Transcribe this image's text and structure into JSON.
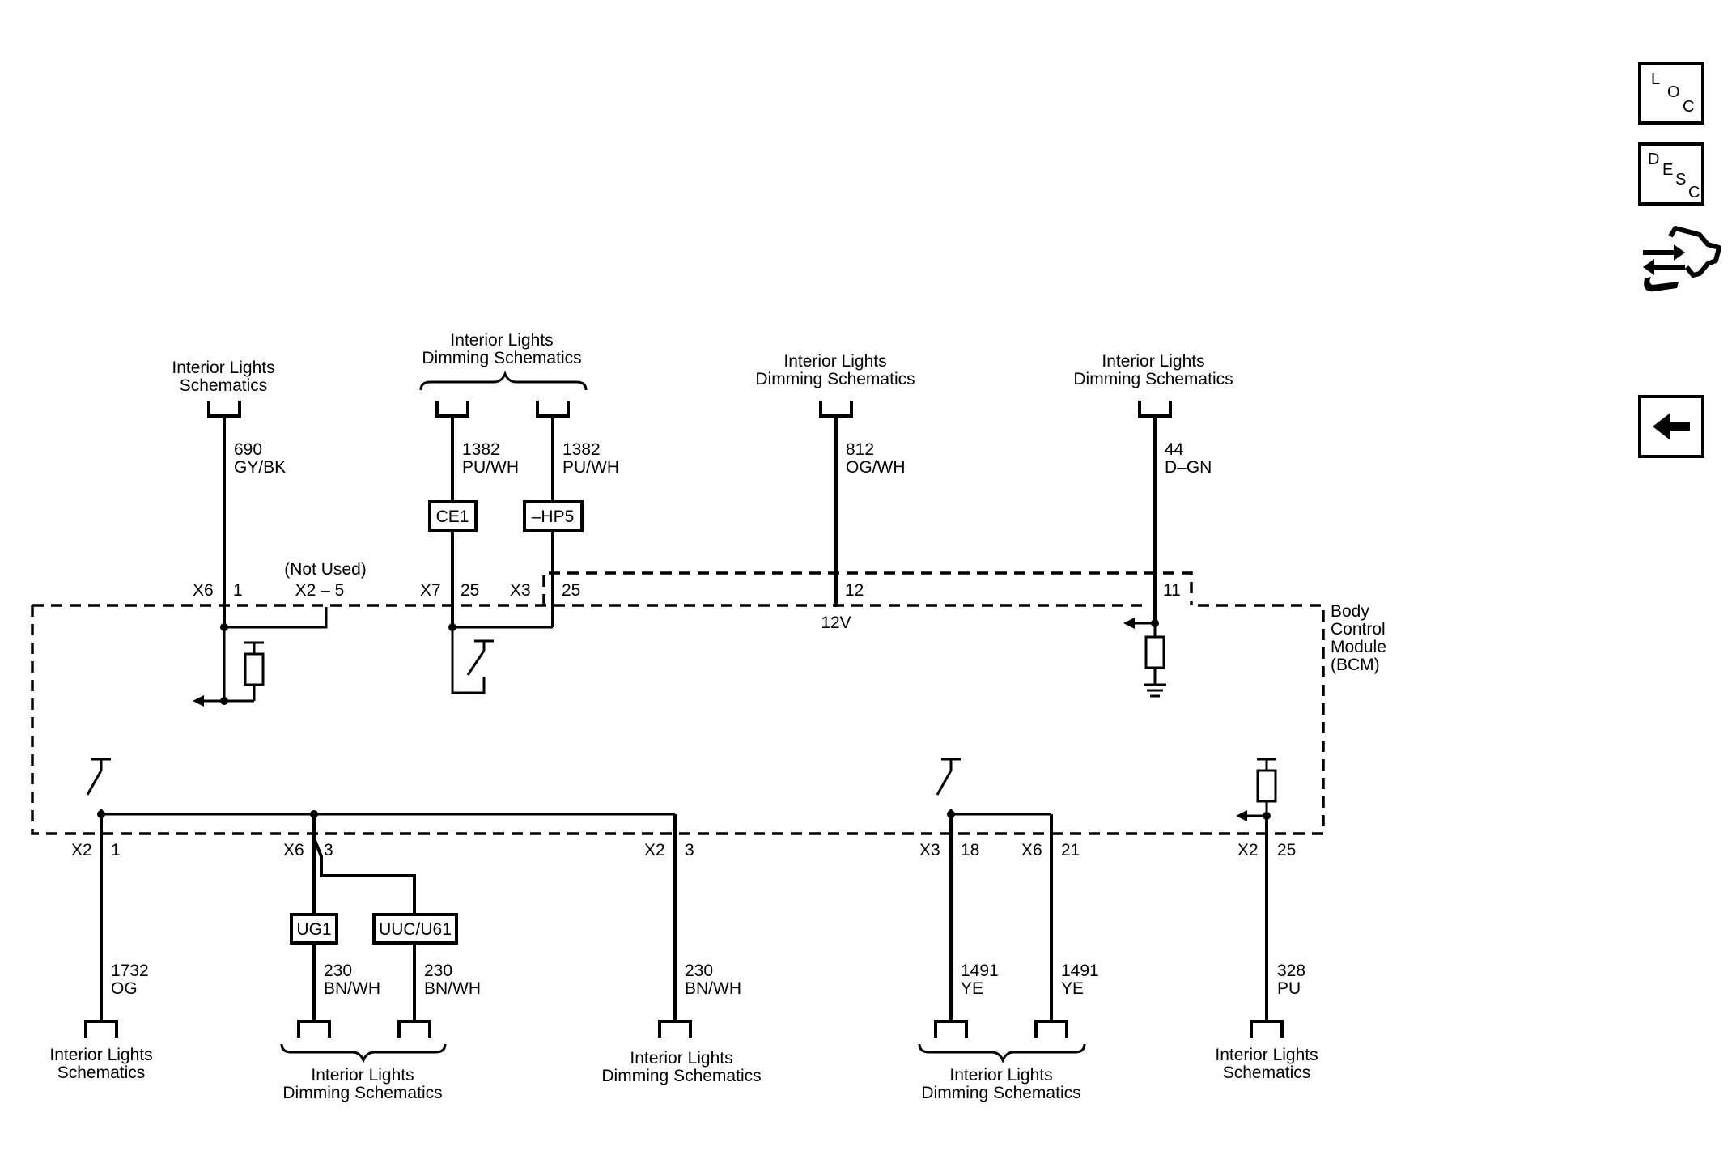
{
  "connectors_top": [
    {
      "dest_lines": [
        "Interior Lights",
        "Schematics"
      ],
      "circuit": "690",
      "color": "GY/BK",
      "conn": "X6",
      "pin": "1"
    },
    {
      "dest_lines": [
        "Interior Lights",
        "Dimming Schematics"
      ],
      "circuit": "1382",
      "color": "PU/WH",
      "conn": "X7",
      "pin": "25",
      "option": "CE1"
    },
    {
      "circuit": "1382",
      "color": "PU/WH",
      "conn": "X3",
      "pin": "25",
      "option": "–HP5"
    },
    {
      "dest_lines": [
        "Interior Lights",
        "Dimming Schematics"
      ],
      "circuit": "812",
      "color": "OG/WH",
      "pin": "12"
    },
    {
      "dest_lines": [
        "Interior Lights",
        "Dimming Schematics"
      ],
      "circuit": "44",
      "color": "D–GN",
      "pin": "11"
    }
  ],
  "not_used": {
    "label": "(Not Used)",
    "conn": "X2 – 5"
  },
  "voltage_label": "12V",
  "module_lines": [
    "Body",
    "Control",
    "Module",
    "(BCM)"
  ],
  "connectors_bottom": [
    {
      "conn": "X2",
      "pin": "1",
      "circuit": "1732",
      "color": "OG",
      "dest_lines": [
        "Interior Lights",
        "Schematics"
      ]
    },
    {
      "conn": "X6",
      "pin": "3",
      "circuit": "230",
      "color": "BN/WH",
      "option": "UG1",
      "dest_lines": [
        "Interior Lights",
        "Dimming Schematics"
      ]
    },
    {
      "circuit": "230",
      "color": "BN/WH",
      "option": "UUC/U61"
    },
    {
      "conn": "X2",
      "pin": "3",
      "circuit": "230",
      "color": "BN/WH",
      "dest_lines": [
        "Interior Lights",
        "Dimming Schematics"
      ]
    },
    {
      "conn": "X3",
      "pin": "18",
      "circuit": "1491",
      "color": "YE",
      "dest_lines": [
        "Interior Lights",
        "Dimming Schematics"
      ]
    },
    {
      "conn": "X6",
      "pin": "21",
      "circuit": "1491",
      "color": "YE"
    },
    {
      "conn": "X2",
      "pin": "25",
      "circuit": "328",
      "color": "PU",
      "dest_lines": [
        "Interior Lights",
        "Schematics"
      ]
    }
  ],
  "nav": {
    "loc": [
      "L",
      "O",
      "C"
    ],
    "desc": [
      "D",
      "E",
      "S",
      "C"
    ],
    "loc_icon": "loc-icon",
    "desc_icon": "desc-icon",
    "connector_icon": "connector-end-view-icon",
    "back_icon": "back-arrow-icon"
  }
}
